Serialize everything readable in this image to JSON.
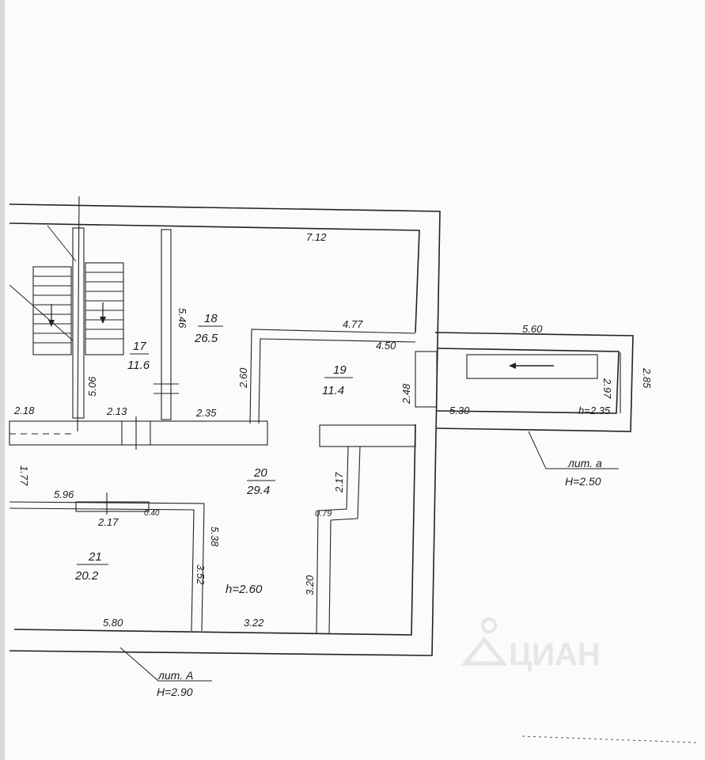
{
  "plan": {
    "rooms": [
      {
        "number": "17",
        "area": "11.6"
      },
      {
        "number": "18",
        "area": "26.5"
      },
      {
        "number": "19",
        "area": "11.4"
      },
      {
        "number": "20",
        "area": "29.4"
      },
      {
        "number": "21",
        "area": "20.2"
      }
    ],
    "dimensions": {
      "d_712": "7.12",
      "d_546": "5.46",
      "d_477": "4.77",
      "d_450": "4.50",
      "d_560": "5.60",
      "d_260a": "2.60",
      "d_506": "5.06",
      "d_218": "2.18",
      "d_213": "2.13",
      "d_235": "2.35",
      "d_248": "2.48",
      "d_530": "5.30",
      "d_297": "2.97",
      "d_285": "2.85",
      "d_h235": "h=2.35",
      "d_177": "1.77",
      "d_596": "5.96",
      "d_217a": "2.17",
      "d_217b": "2.17",
      "d_040": "0.40",
      "d_079": "0.79",
      "d_538": "5.38",
      "d_352": "3.52",
      "d_320": "3.20",
      "d_580": "5.80",
      "d_322": "3.22",
      "d_h260": "h=2.60"
    },
    "notes": {
      "lit_a_name": "лит. а",
      "lit_a_height": "H=2.50",
      "lit_A_name": "лит. А",
      "lit_A_height": "H=2.90"
    }
  },
  "watermark": "ЦИАН"
}
